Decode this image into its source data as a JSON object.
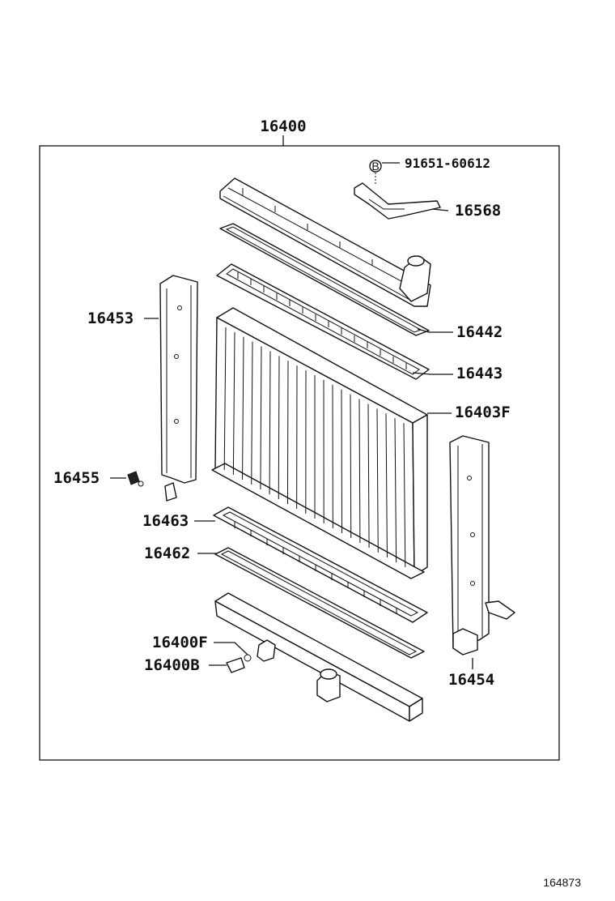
{
  "diagram": {
    "assembly_label": "16400",
    "figure_number": "164873",
    "bolt_symbol": "B",
    "labels": {
      "p91651": "91651-60612",
      "p16568": "16568",
      "p16442": "16442",
      "p16443": "16443",
      "p16403F": "16403F",
      "p16453": "16453",
      "p16455": "16455",
      "p16463": "16463",
      "p16462": "16462",
      "p16400F": "16400F",
      "p16400B": "16400B",
      "p16454": "16454"
    }
  }
}
